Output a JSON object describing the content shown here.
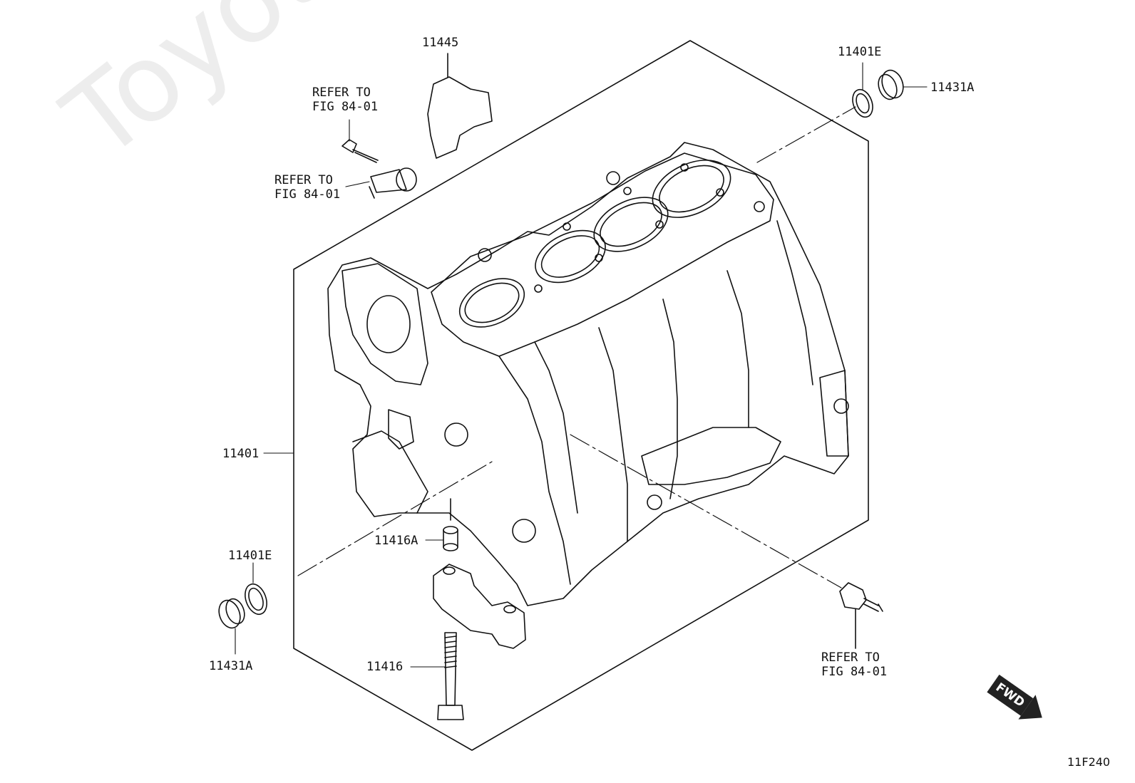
{
  "watermark": "ToyotaCatalogOnline.ru",
  "callouts": {
    "refer_top_1": "REFER TO\nFIG 84-01",
    "refer_top_2": "REFER TO\nFIG 84-01",
    "refer_bottom": "REFER TO\nFIG 84-01",
    "p11445": "11445",
    "p11401E_top": "11401E",
    "p11431A_top": "11431A",
    "p11401": "11401",
    "p11401E_left": "11401E",
    "p11431A_bottom": "11431A",
    "p11416A": "11416A",
    "p11416": "11416"
  },
  "fwd_label": "FWD",
  "figure_code": "11F240",
  "colors": {
    "ink": "#111111",
    "watermark": "#e6e6e6"
  }
}
